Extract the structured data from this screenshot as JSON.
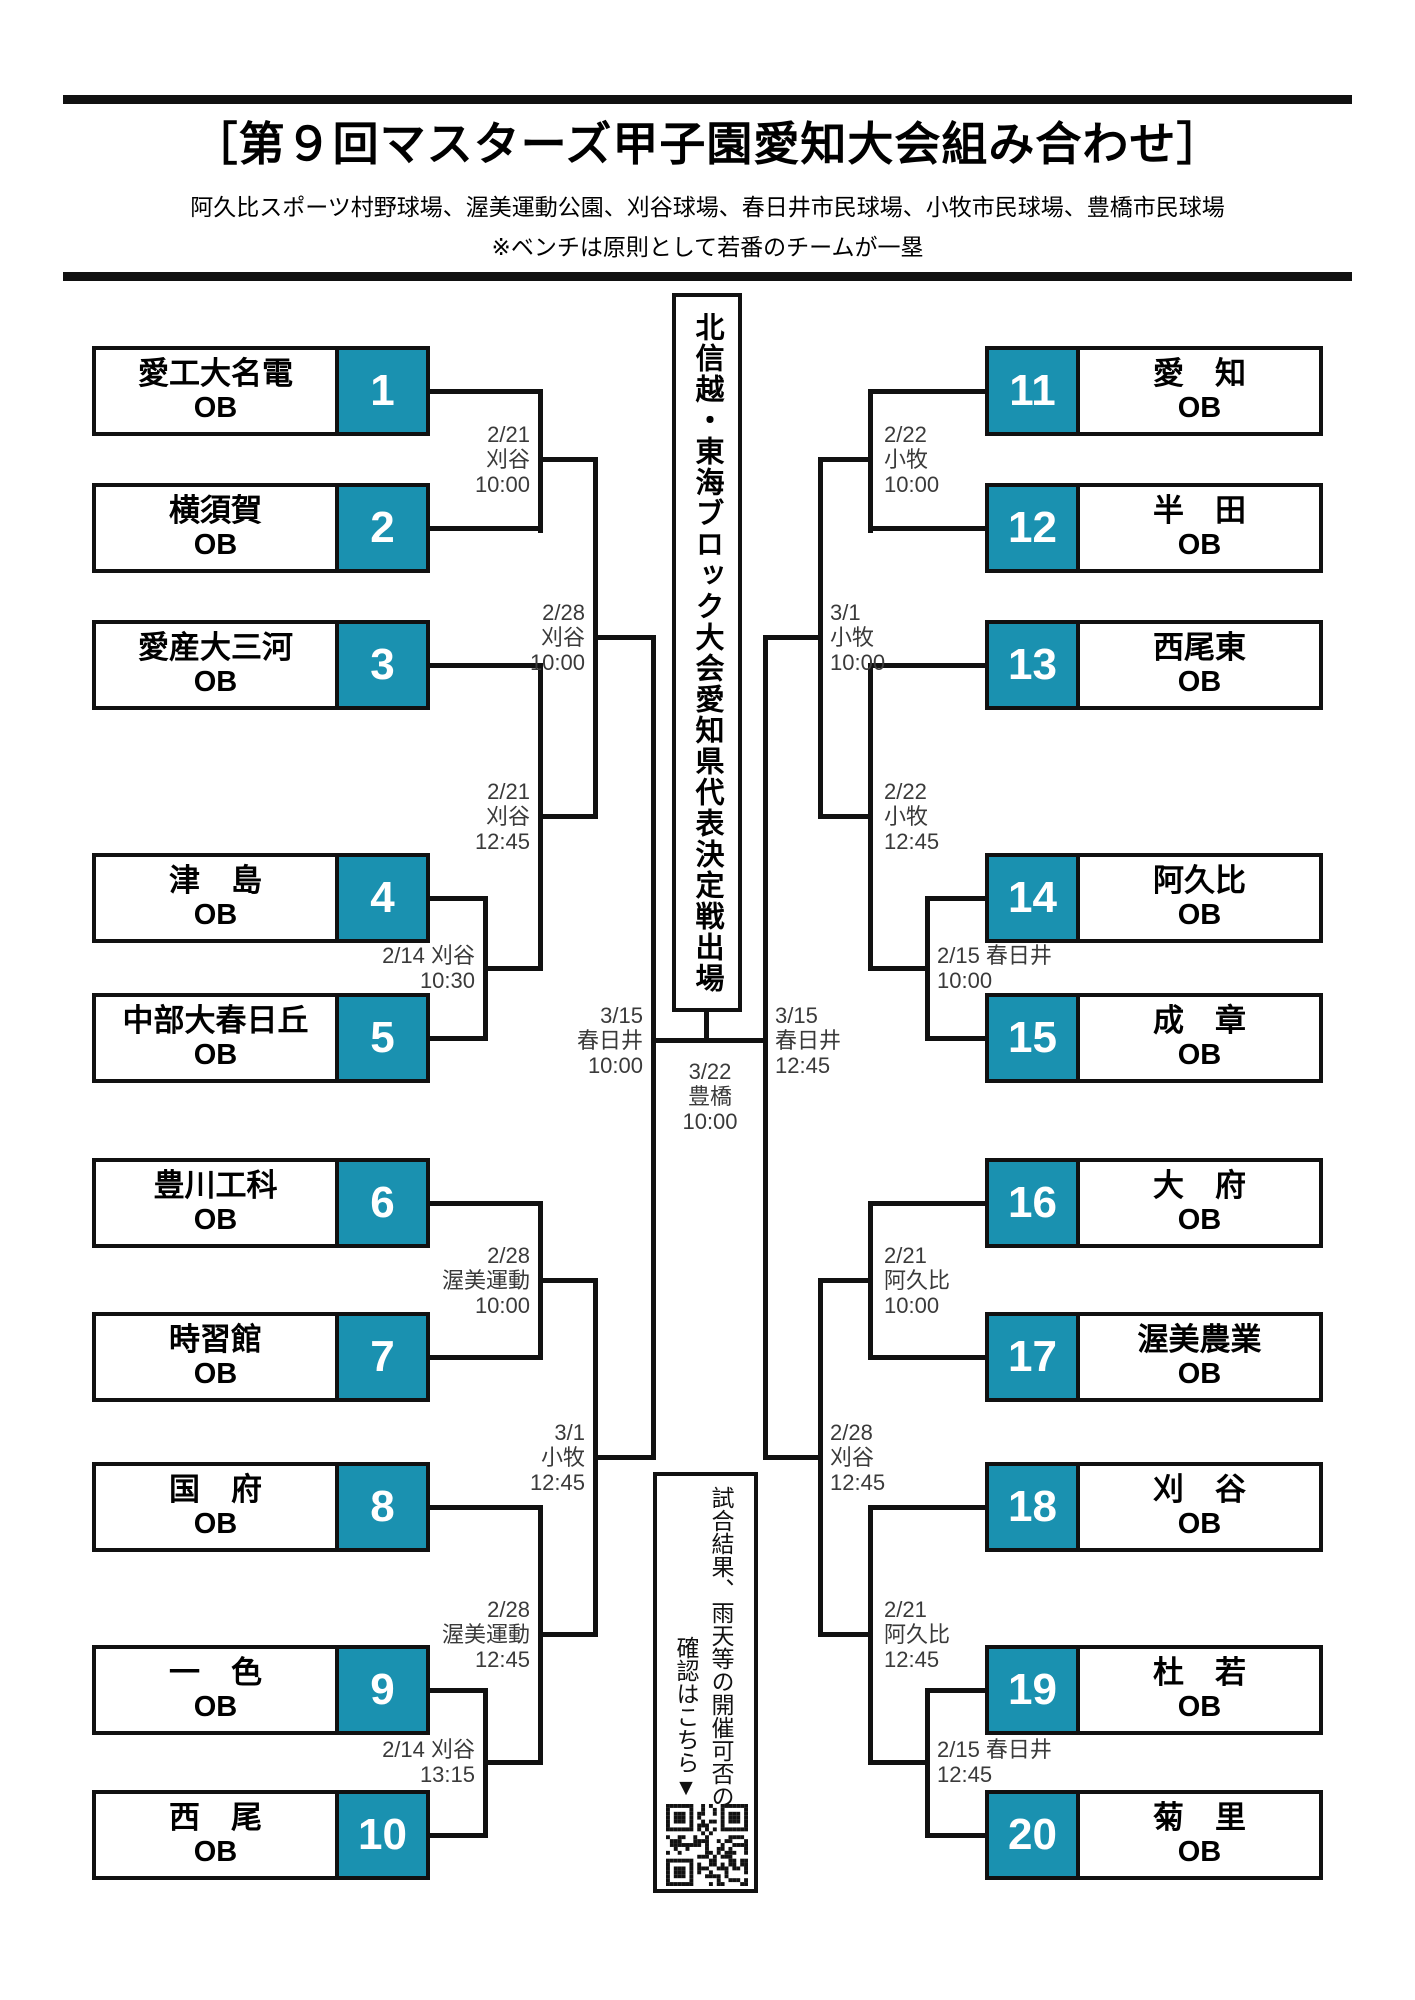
{
  "header": {
    "title": "［第９回マスターズ甲子園愛知大会組み合わせ］",
    "venues": "阿久比スポーツ村野球場、渥美運動公園、刈谷球場、春日井市民球場、小牧市民球場、豊橋市民球場",
    "bench_note": "※ベンチは原則として若番のチームが一塁"
  },
  "center_banner": "北信越・東海ブロック大会愛知県代表決定戦出場",
  "qr_note": {
    "line1": "試合結果、雨天等の開催可否の",
    "line2": "確認はこちら▼"
  },
  "colors": {
    "accent": "#1a91b0",
    "line": "#111111",
    "label_text": "#3a3a3a"
  },
  "teams": [
    {
      "seed": "1",
      "name": "愛工大名電",
      "suffix": "OB"
    },
    {
      "seed": "2",
      "name": "横須賀",
      "suffix": "OB"
    },
    {
      "seed": "3",
      "name": "愛産大三河",
      "suffix": "OB"
    },
    {
      "seed": "4",
      "name": "津　島",
      "suffix": "OB"
    },
    {
      "seed": "5",
      "name": "中部大春日丘",
      "suffix": "OB"
    },
    {
      "seed": "6",
      "name": "豊川工科",
      "suffix": "OB"
    },
    {
      "seed": "7",
      "name": "時習館",
      "suffix": "OB"
    },
    {
      "seed": "8",
      "name": "国　府",
      "suffix": "OB"
    },
    {
      "seed": "9",
      "name": "一　色",
      "suffix": "OB"
    },
    {
      "seed": "10",
      "name": "西　尾",
      "suffix": "OB"
    },
    {
      "seed": "11",
      "name": "愛　知",
      "suffix": "OB"
    },
    {
      "seed": "12",
      "name": "半　田",
      "suffix": "OB"
    },
    {
      "seed": "13",
      "name": "西尾東",
      "suffix": "OB"
    },
    {
      "seed": "14",
      "name": "阿久比",
      "suffix": "OB"
    },
    {
      "seed": "15",
      "name": "成　章",
      "suffix": "OB"
    },
    {
      "seed": "16",
      "name": "大　府",
      "suffix": "OB"
    },
    {
      "seed": "17",
      "name": "渥美農業",
      "suffix": "OB"
    },
    {
      "seed": "18",
      "name": "刈　谷",
      "suffix": "OB"
    },
    {
      "seed": "19",
      "name": "杜　若",
      "suffix": "OB"
    },
    {
      "seed": "20",
      "name": "菊　里",
      "suffix": "OB"
    }
  ],
  "matches": [
    {
      "id": "m1",
      "date": "2/21",
      "venue": "刈谷",
      "time": "10:00"
    },
    {
      "id": "m2",
      "date": "2/14",
      "venue": "刈谷",
      "time": "10:30"
    },
    {
      "id": "m3",
      "date": "2/21",
      "venue": "刈谷",
      "time": "12:45"
    },
    {
      "id": "m4",
      "date": "2/28",
      "venue": "刈谷",
      "time": "10:00"
    },
    {
      "id": "m5",
      "date": "2/28",
      "venue": "渥美運動",
      "time": "10:00"
    },
    {
      "id": "m6",
      "date": "2/14",
      "venue": "刈谷",
      "time": "13:15"
    },
    {
      "id": "m7",
      "date": "2/28",
      "venue": "渥美運動",
      "time": "12:45"
    },
    {
      "id": "m8",
      "date": "3/1",
      "venue": "小牧",
      "time": "12:45"
    },
    {
      "id": "m9",
      "date": "3/15",
      "venue": "春日井",
      "time": "10:00"
    },
    {
      "id": "m10",
      "date": "2/22",
      "venue": "小牧",
      "time": "10:00"
    },
    {
      "id": "m11",
      "date": "2/15",
      "venue": "春日井",
      "time": "10:00"
    },
    {
      "id": "m12",
      "date": "2/22",
      "venue": "小牧",
      "time": "12:45"
    },
    {
      "id": "m13",
      "date": "3/1",
      "venue": "小牧",
      "time": "10:00"
    },
    {
      "id": "m14",
      "date": "2/21",
      "venue": "阿久比",
      "time": "10:00"
    },
    {
      "id": "m15",
      "date": "2/15",
      "venue": "春日井",
      "time": "12:45"
    },
    {
      "id": "m16",
      "date": "2/21",
      "venue": "阿久比",
      "time": "12:45"
    },
    {
      "id": "m17",
      "date": "2/28",
      "venue": "刈谷",
      "time": "12:45"
    },
    {
      "id": "m18",
      "date": "3/15",
      "venue": "春日井",
      "time": "12:45"
    },
    {
      "id": "final",
      "date": "3/22",
      "venue": "豊橋",
      "time": "10:00"
    }
  ]
}
